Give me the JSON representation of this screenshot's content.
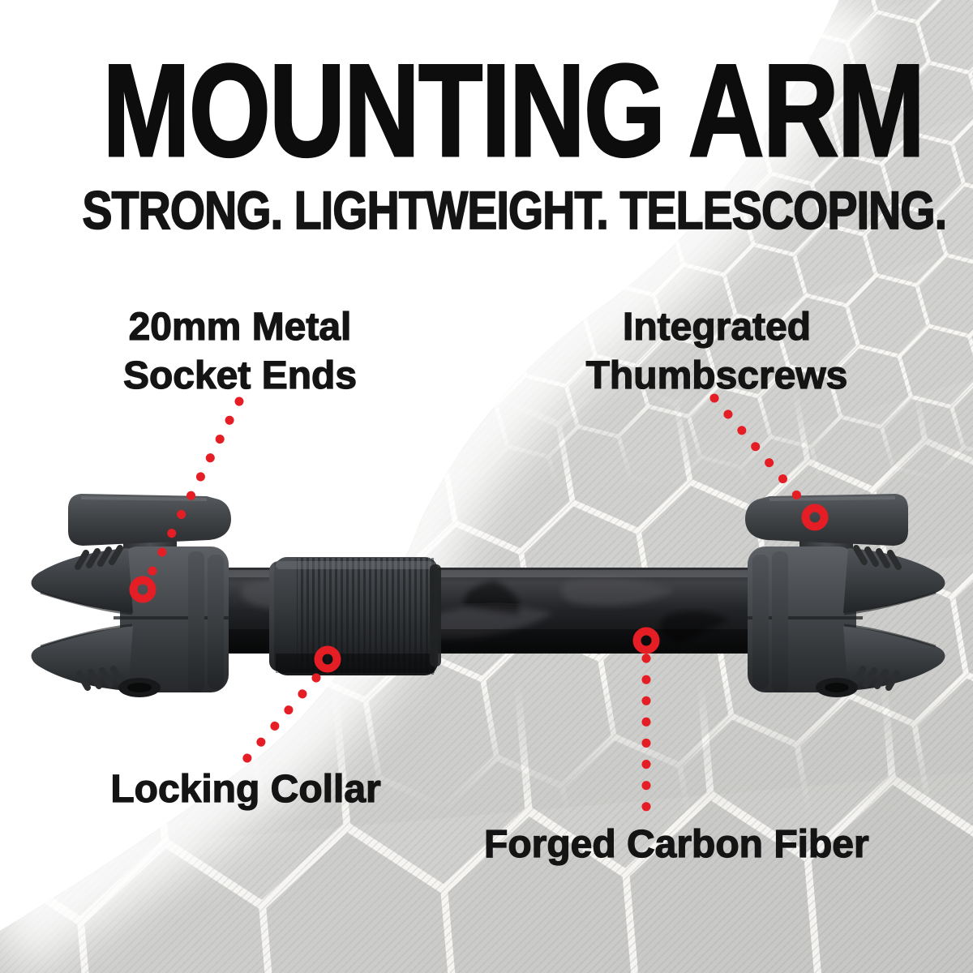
{
  "header": {
    "title": "MOUNTING ARM",
    "subtitle": "STRONG. LIGHTWEIGHT. TELESCOPING."
  },
  "callouts": {
    "socket_ends": {
      "line1": "20mm Metal",
      "line2": "Socket Ends"
    },
    "thumbscrews": {
      "line1": "Integrated",
      "line2": "Thumbscrews"
    },
    "locking_collar": {
      "label": "Locking Collar"
    },
    "carbon_fiber": {
      "label": "Forged Carbon Fiber"
    }
  },
  "colors": {
    "accent_red": "#e51e25",
    "text_black": "#0d0d0d",
    "pattern_hex_gray": "#cfcfcd",
    "pattern_line_white": "#f7f6f3",
    "metal_gray": "#3c4043",
    "carbon_black": "#17181a",
    "background_white": "#ffffff"
  }
}
